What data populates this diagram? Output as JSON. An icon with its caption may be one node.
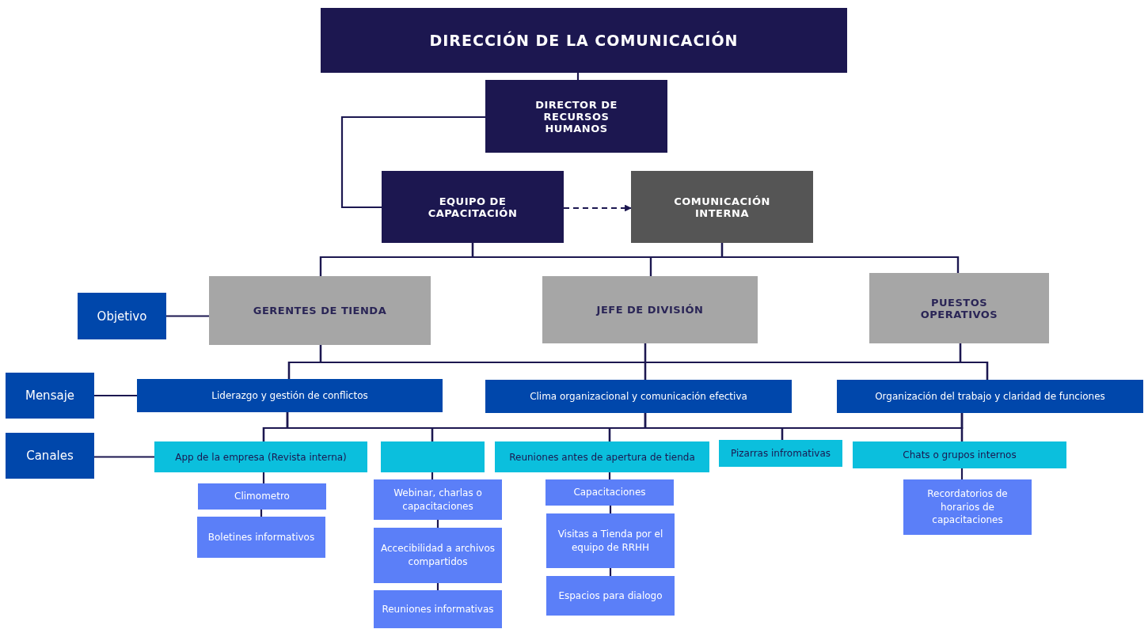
{
  "diagram": {
    "nodes": [
      {
        "text": [
          "DIRECCIÓN DE LA COMUNICACIÓN"
        ]
      },
      {
        "text": [
          "DIRECTOR DE RECURSOS HUMANOS"
        ]
      },
      {
        "text": [
          "EQUIPO DE CAPACITACIÓN"
        ]
      },
      {
        "text": [
          "COMUNICACIÓN INTERNA"
        ]
      },
      {
        "text": [
          "Objetivo"
        ]
      },
      {
        "text": [
          "GERENTES DE TIENDA"
        ]
      },
      {
        "text": [
          "JEFE DE DIVISIÓN"
        ]
      },
      {
        "text": [
          "PUESTOS OPERATIVOS"
        ]
      },
      {
        "text": [
          "Mensaje"
        ]
      },
      {
        "text": [
          "Liderazgo y gestión de conflictos"
        ]
      },
      {
        "text": [
          "Clima organizacional y comunicación efectiva"
        ]
      },
      {
        "text": [
          "Organización del trabajo y claridad de funciones"
        ]
      },
      {
        "text": [
          "Canales"
        ]
      },
      {
        "text": [
          "App de la empresa (Revista interna)"
        ]
      },
      {
        "text": [],
        "shape": "box"
      },
      {
        "text": [
          "Reuniones antes de apertura de tienda"
        ]
      },
      {
        "text": [
          "Pizarras infromativas"
        ]
      },
      {
        "text": [
          "Chats o grupos internos"
        ]
      },
      {
        "text": [
          "Climometro"
        ]
      },
      {
        "text": [
          "Boletines informativos"
        ]
      },
      {
        "text": [
          "Webinar, charlas o capacitaciones"
        ]
      },
      {
        "text": [
          "Accecibilidad a archivos compartidos"
        ]
      },
      {
        "text": [
          "Reuniones informativas"
        ]
      },
      {
        "text": [
          "Capacitaciones"
        ]
      },
      {
        "text": [
          "Visitas a Tienda por el equipo de RRHH"
        ]
      },
      {
        "text": [
          "Espacios para dialogo"
        ]
      },
      {
        "text": [
          "Recordatorios de horarios de capacitaciones"
        ]
      }
    ],
    "edges": [
      {
        "from": 0,
        "to": 1,
        "arrow": "none"
      },
      {
        "from": 1,
        "to": 2,
        "arrow": "none"
      },
      {
        "from": 2,
        "to": 3,
        "arrow": "to",
        "style": "dashed"
      },
      {
        "from": 2,
        "to": 5,
        "arrow": "none"
      },
      {
        "from": 2,
        "to": 6,
        "arrow": "none"
      },
      {
        "from": 2,
        "to": 7,
        "arrow": "none"
      },
      {
        "from": 3,
        "to": 5,
        "arrow": "none"
      },
      {
        "from": 3,
        "to": 6,
        "arrow": "none"
      },
      {
        "from": 3,
        "to": 7,
        "arrow": "none"
      },
      {
        "from": 4,
        "to": 5,
        "arrow": "none"
      },
      {
        "from": 5,
        "to": 9,
        "arrow": "none"
      },
      {
        "from": 5,
        "to": 10,
        "arrow": "none"
      },
      {
        "from": 5,
        "to": 11,
        "arrow": "none"
      },
      {
        "from": 6,
        "to": 9,
        "arrow": "none"
      },
      {
        "from": 6,
        "to": 10,
        "arrow": "none"
      },
      {
        "from": 6,
        "to": 11,
        "arrow": "none"
      },
      {
        "from": 7,
        "to": 9,
        "arrow": "none"
      },
      {
        "from": 7,
        "to": 10,
        "arrow": "none"
      },
      {
        "from": 7,
        "to": 11,
        "arrow": "none"
      },
      {
        "from": 8,
        "to": 9,
        "arrow": "none"
      },
      {
        "from": 9,
        "to": 13,
        "arrow": "none"
      },
      {
        "from": 9,
        "to": 14,
        "arrow": "none"
      },
      {
        "from": 9,
        "to": 15,
        "arrow": "none"
      },
      {
        "from": 9,
        "to": 16,
        "arrow": "none"
      },
      {
        "from": 9,
        "to": 17,
        "arrow": "none"
      },
      {
        "from": 10,
        "to": 13,
        "arrow": "none"
      },
      {
        "from": 10,
        "to": 14,
        "arrow": "none"
      },
      {
        "from": 10,
        "to": 15,
        "arrow": "none"
      },
      {
        "from": 10,
        "to": 16,
        "arrow": "none"
      },
      {
        "from": 10,
        "to": 17,
        "arrow": "none"
      },
      {
        "from": 11,
        "to": 13,
        "arrow": "none"
      },
      {
        "from": 11,
        "to": 14,
        "arrow": "none"
      },
      {
        "from": 11,
        "to": 15,
        "arrow": "none"
      },
      {
        "from": 11,
        "to": 16,
        "arrow": "none"
      },
      {
        "from": 11,
        "to": 17,
        "arrow": "none"
      },
      {
        "from": 12,
        "to": 13,
        "arrow": "none"
      },
      {
        "from": 13,
        "to": 18,
        "arrow": "none"
      },
      {
        "from": 18,
        "to": 19,
        "arrow": "none"
      },
      {
        "from": 14,
        "to": 20,
        "arrow": "none"
      },
      {
        "from": 20,
        "to": 21,
        "arrow": "none"
      },
      {
        "from": 21,
        "to": 22,
        "arrow": "none"
      },
      {
        "from": 15,
        "to": 23,
        "arrow": "none"
      },
      {
        "from": 23,
        "to": 24,
        "arrow": "none"
      },
      {
        "from": 24,
        "to": 25,
        "arrow": "none"
      },
      {
        "from": 17,
        "to": 26,
        "arrow": "none"
      }
    ]
  }
}
